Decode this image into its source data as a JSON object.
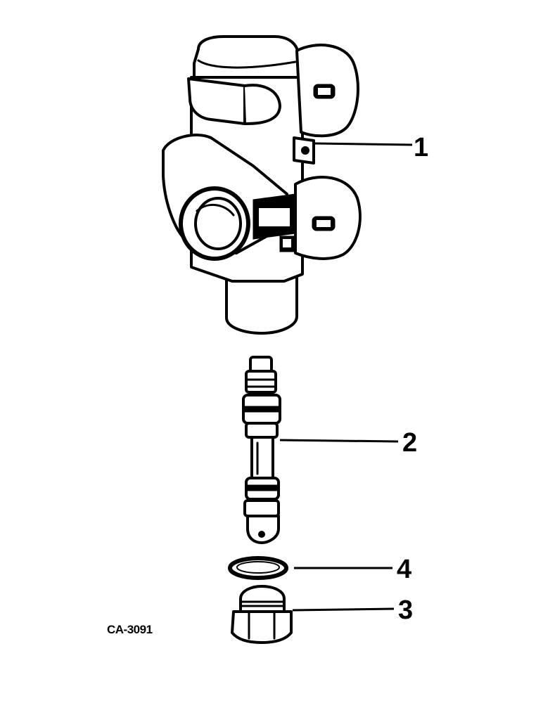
{
  "diagram": {
    "parts": [
      {
        "id": "valve-body",
        "callout": "1"
      },
      {
        "id": "spool",
        "callout": "2"
      },
      {
        "id": "o-ring",
        "callout": "4"
      },
      {
        "id": "plug",
        "callout": "3"
      }
    ],
    "figure_code": "CA-3091",
    "colors": {
      "ink": "#000000",
      "paper": "#ffffff"
    }
  }
}
